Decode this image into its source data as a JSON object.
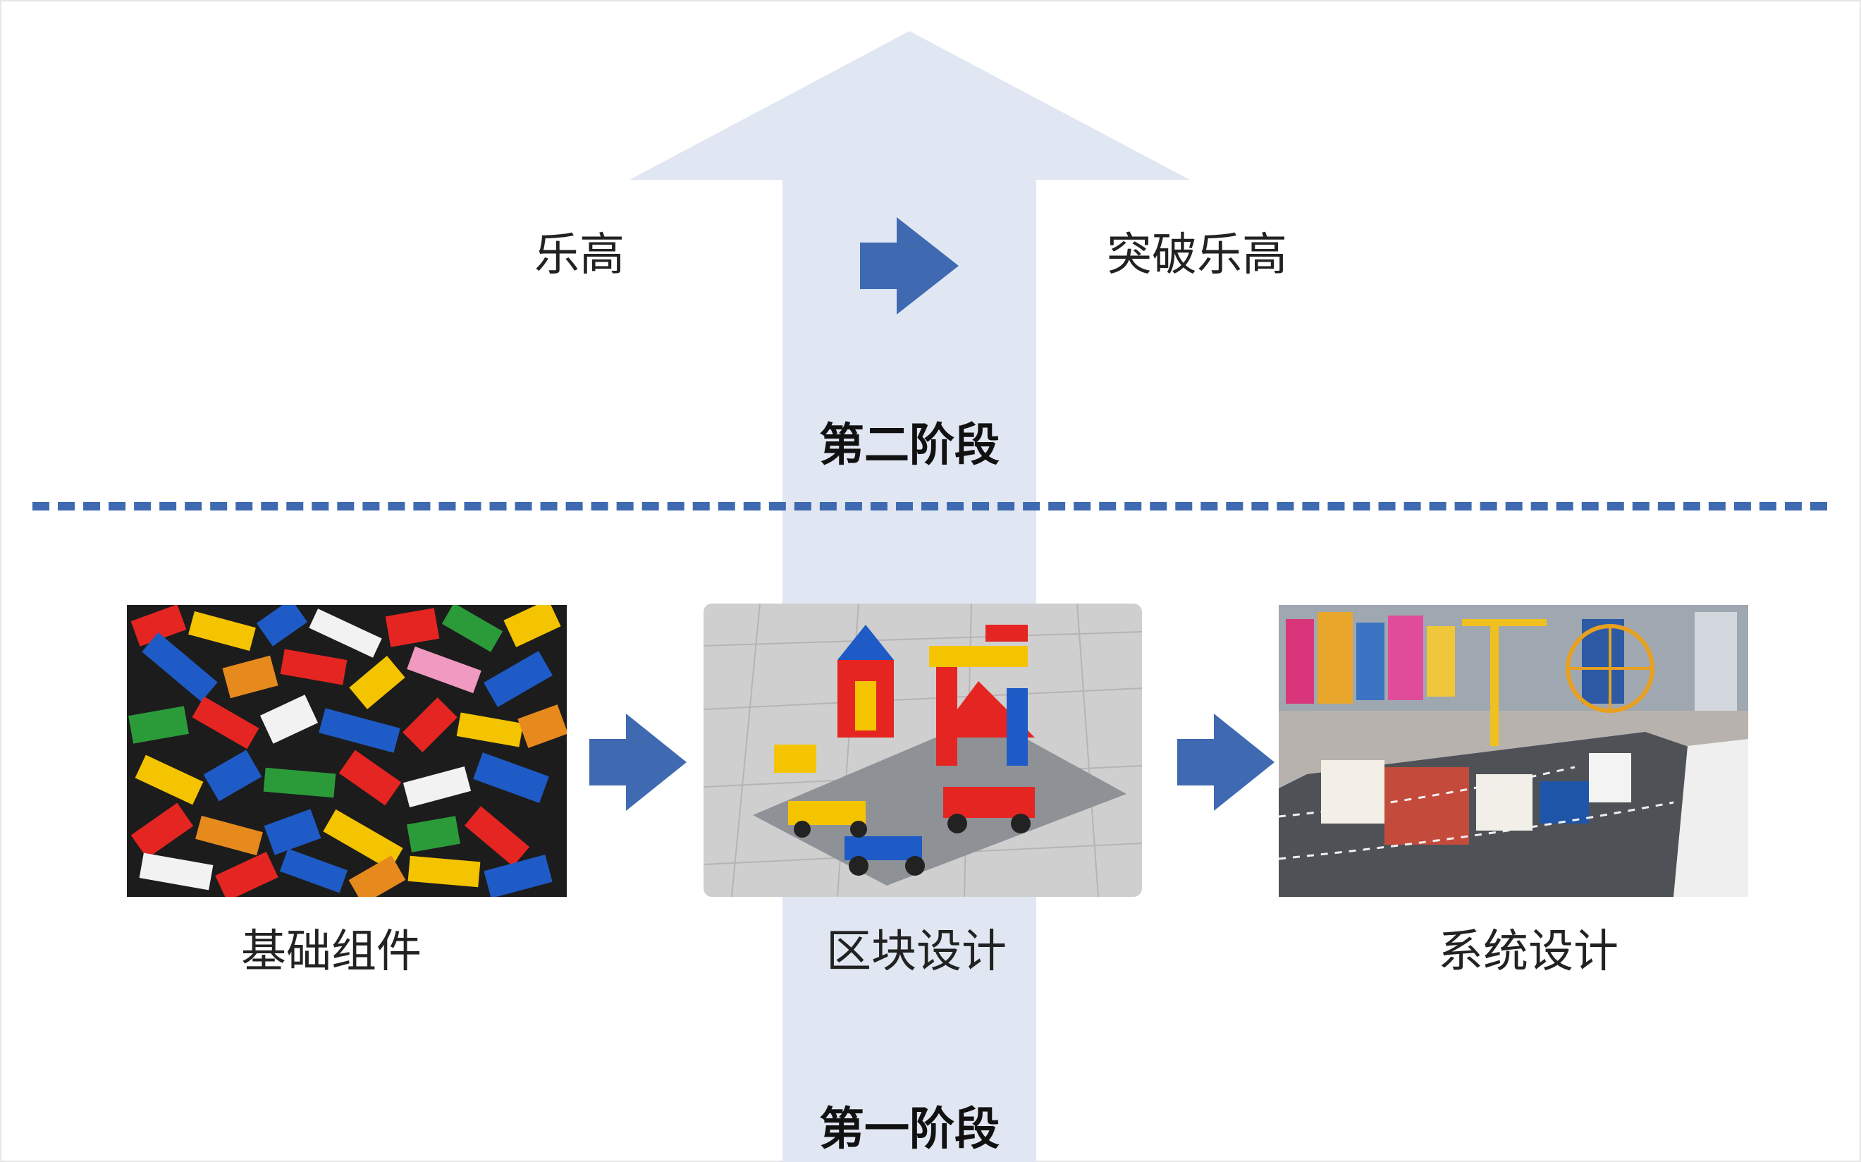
{
  "top": {
    "from_label": "乐高",
    "to_label": "突破乐高",
    "stage_label": "第二阶段"
  },
  "bottom": {
    "items": [
      {
        "label": "基础组件"
      },
      {
        "label": "区块设计"
      },
      {
        "label": "系统设计"
      }
    ],
    "stage_label": "第一阶段"
  },
  "colors": {
    "big_arrow": "#e1e7f2",
    "arrow_accent": "#3f6ab1",
    "divider": "#3f6ab1"
  },
  "icons": [
    "progress-arrow",
    "right-arrow-icon",
    "lego-bricks-image",
    "lego-block-build-image",
    "lego-city-system-image"
  ]
}
